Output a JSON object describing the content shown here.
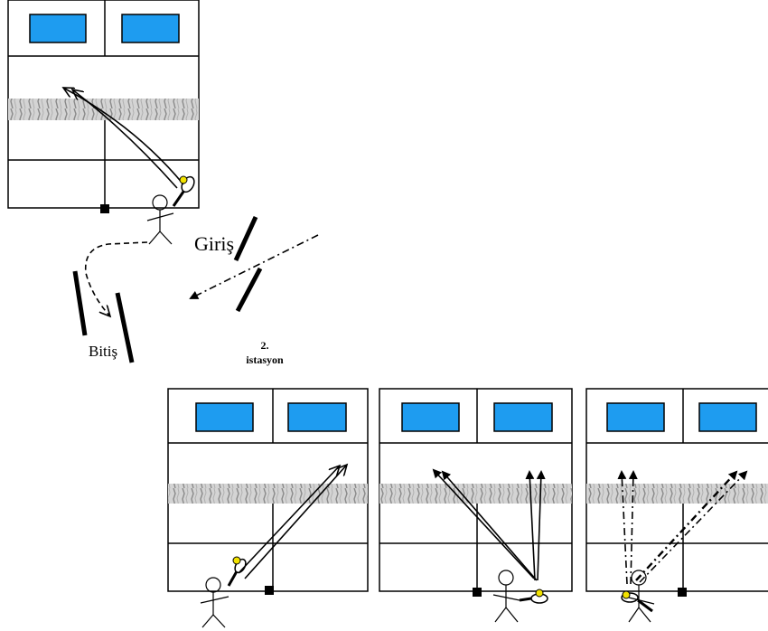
{
  "labels": {
    "entry": "Giriş",
    "finish": "Bitiş",
    "station_number": "2.",
    "station_word": "istasyon"
  },
  "colors": {
    "target": "#1e9cf0",
    "ball": "#f2e200",
    "line": "#000000"
  },
  "icons": [
    "tennis-court",
    "target-box",
    "player-stick-figure",
    "racket",
    "tennis-ball",
    "net",
    "cone-marker",
    "gate-pole",
    "arrow"
  ]
}
